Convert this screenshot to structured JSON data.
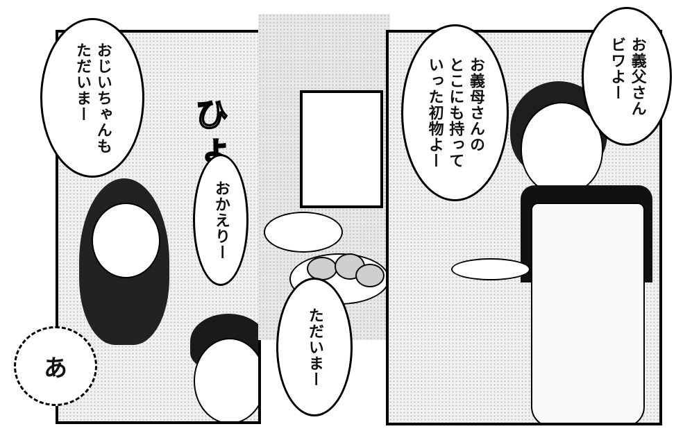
{
  "panels": {
    "left": {
      "bubble_girl": "おじいちゃんも\nただいまー",
      "bubble_mother": "おかえりー",
      "bubble_boy": "あ",
      "sfx": "ひょこ"
    },
    "middle": {
      "bubble_boy": "ただいまー"
    },
    "right": {
      "bubble_outer": "お義父さん\nビワよー",
      "bubble_inner": "お義母さんの\nとこにも持って\nいった初物よー"
    }
  }
}
